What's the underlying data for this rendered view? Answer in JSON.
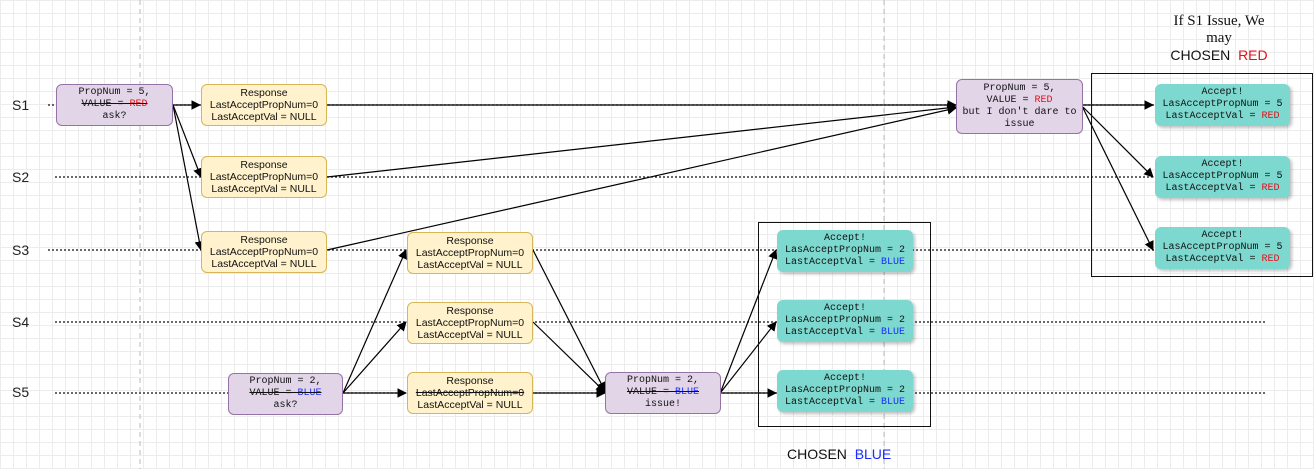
{
  "lanes": [
    "S1",
    "S2",
    "S3",
    "S4",
    "S5"
  ],
  "nodes": {
    "s1_prepare": {
      "lines": [
        "PropNum = 5,",
        "VALUE = RED",
        "ask?"
      ]
    },
    "s1_response": {
      "lines": [
        "Response",
        "LastAcceptPropNum=0",
        "LastAcceptVal = NULL"
      ]
    },
    "s2_response": {
      "lines": [
        "Response",
        "LastAcceptPropNum=0",
        "LastAcceptVal = NULL"
      ]
    },
    "s3_response": {
      "lines": [
        "Response",
        "LastAcceptPropNum=0",
        "LastAcceptVal = NULL"
      ]
    },
    "s1_issue": {
      "lines": [
        "PropNum = 5,",
        "VALUE = RED",
        "but I don't dare to",
        "issue"
      ]
    },
    "s1_accept": {
      "lines": [
        "Accept!",
        "LasAcceptPropNum = 5",
        "LastAcceptVal = RED"
      ]
    },
    "s2_accept": {
      "lines": [
        "Accept!",
        "LasAcceptPropNum = 5",
        "LastAcceptVal = RED"
      ]
    },
    "s3_accept_red": {
      "lines": [
        "Accept!",
        "LasAcceptPropNum = 5",
        "LastAcceptVal = RED"
      ]
    },
    "s5_prepare": {
      "lines": [
        "PropNum = 2,",
        "VALUE = BLUE",
        "ask?"
      ]
    },
    "s3_response_b": {
      "lines": [
        "Response",
        "LastAcceptPropNum=0",
        "LastAcceptVal = NULL"
      ]
    },
    "s4_response_b": {
      "lines": [
        "Response",
        "LastAcceptPropNum=0",
        "LastAcceptVal = NULL"
      ]
    },
    "s5_response_b": {
      "lines": [
        "Response",
        "LastAcceptPropNum=0",
        "LastAcceptVal = NULL"
      ]
    },
    "s5_issue": {
      "lines": [
        "PropNum = 2,",
        "VALUE = BLUE",
        "issue!"
      ]
    },
    "s3_accept_blue": {
      "lines": [
        "Accept!",
        "LasAcceptPropNum = 2",
        "LastAcceptVal = BLUE"
      ]
    },
    "s4_accept_blue": {
      "lines": [
        "Accept!",
        "LasAcceptPropNum = 2",
        "LastAcceptVal = BLUE"
      ]
    },
    "s5_accept_blue": {
      "lines": [
        "Accept!",
        "LasAcceptPropNum = 2",
        "LastAcceptVal = BLUE"
      ]
    }
  },
  "captions": {
    "chosen_blue_prefix": "CHOSEN",
    "chosen_blue_value": "BLUE",
    "note_line1": "If S1 Issue, We",
    "note_line2": "may",
    "chosen_red_prefix": "CHOSEN",
    "chosen_red_value": "RED"
  },
  "colors": {
    "proposal_fill": "#e1d5e7",
    "proposal_border": "#9673a6",
    "response_fill": "#fff2cc",
    "response_border": "#d6b656",
    "accept_fill": "#7dd9cf",
    "red_value": "#e0111a",
    "blue_value": "#1a2bff"
  }
}
